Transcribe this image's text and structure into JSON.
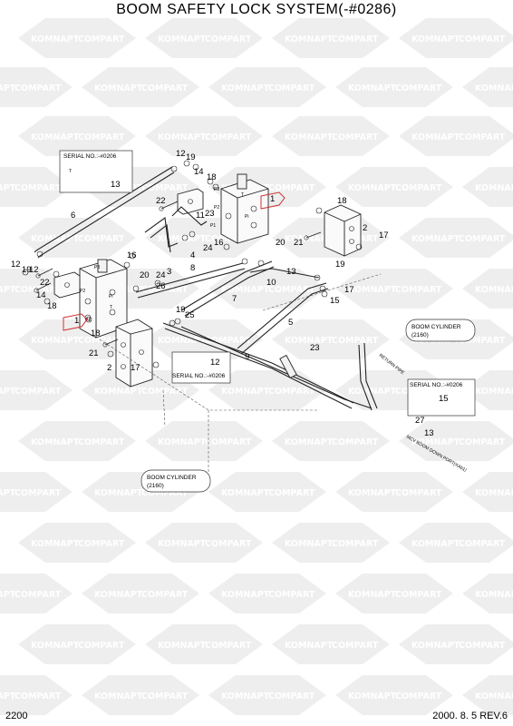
{
  "title": "BOOM SAFETY LOCK SYSTEM(-#0286)",
  "page_number": "2200",
  "revision_date": "2000. 8. 5 REV.6",
  "watermark": {
    "text_left": "KOMNAPT",
    "text_right": "COMPART",
    "color": "#eeeeee"
  },
  "notes": {
    "serial_top": "SERIAL NO.:-#0206",
    "serial_mid": "SERIAL NO.:-#0206",
    "serial_right": "SERIAL NO.:-#0206",
    "boom_cyl_right_1": "BOOM CYLINDER",
    "boom_cyl_right_2": "(2160)",
    "boom_cyl_bottom_1": "BOOM CYLINDER",
    "boom_cyl_bottom_2": "(2160)",
    "return_pipe": "RETURN PIPE",
    "mcv_port": "MCV BOOM DOWN PORT(XAb1)"
  },
  "port_labels": [
    "T",
    "P3",
    "P2",
    "P1",
    "Pi",
    "T",
    "P3",
    "P2",
    "P1",
    "Pi",
    "T"
  ],
  "callouts": [
    {
      "id": "c1",
      "text": "12"
    },
    {
      "id": "c2",
      "text": "19"
    },
    {
      "id": "c3",
      "text": "14"
    },
    {
      "id": "c4",
      "text": "18"
    },
    {
      "id": "c5",
      "text": "22"
    },
    {
      "id": "c6",
      "text": "11"
    },
    {
      "id": "c7",
      "text": "23"
    },
    {
      "id": "c8",
      "text": "13"
    },
    {
      "id": "c9",
      "text": "6"
    },
    {
      "id": "c10",
      "text": "1"
    },
    {
      "id": "c11",
      "text": "18"
    },
    {
      "id": "c12",
      "text": "2"
    },
    {
      "id": "c13",
      "text": "17"
    },
    {
      "id": "c14",
      "text": "20"
    },
    {
      "id": "c15",
      "text": "21"
    },
    {
      "id": "c16",
      "text": "24"
    },
    {
      "id": "c17",
      "text": "16"
    },
    {
      "id": "c18",
      "text": "4"
    },
    {
      "id": "c19",
      "text": "12"
    },
    {
      "id": "c20",
      "text": "19"
    },
    {
      "id": "c21",
      "text": "16"
    },
    {
      "id": "c22",
      "text": "3"
    },
    {
      "id": "c23",
      "text": "8"
    },
    {
      "id": "c24",
      "text": "20"
    },
    {
      "id": "c25",
      "text": "24"
    },
    {
      "id": "c26",
      "text": "26"
    },
    {
      "id": "c27",
      "text": "10"
    },
    {
      "id": "c28",
      "text": "13"
    },
    {
      "id": "c29",
      "text": "19"
    },
    {
      "id": "c30",
      "text": "15"
    },
    {
      "id": "c31",
      "text": "7"
    },
    {
      "id": "c32",
      "text": "22"
    },
    {
      "id": "c33",
      "text": "14"
    },
    {
      "id": "c34",
      "text": "18"
    },
    {
      "id": "c35",
      "text": "1"
    },
    {
      "id": "c36",
      "text": "18"
    },
    {
      "id": "c37",
      "text": "19"
    },
    {
      "id": "c38",
      "text": "25"
    },
    {
      "id": "c39",
      "text": "5"
    },
    {
      "id": "c40",
      "text": "21"
    },
    {
      "id": "c41",
      "text": "2"
    },
    {
      "id": "c42",
      "text": "17"
    },
    {
      "id": "c43",
      "text": "12"
    },
    {
      "id": "c44",
      "text": "9"
    },
    {
      "id": "c45",
      "text": "23"
    },
    {
      "id": "c46",
      "text": "15"
    },
    {
      "id": "c47",
      "text": "27"
    },
    {
      "id": "c48",
      "text": "13"
    },
    {
      "id": "c49",
      "text": "12"
    },
    {
      "id": "c50",
      "text": "17"
    }
  ]
}
